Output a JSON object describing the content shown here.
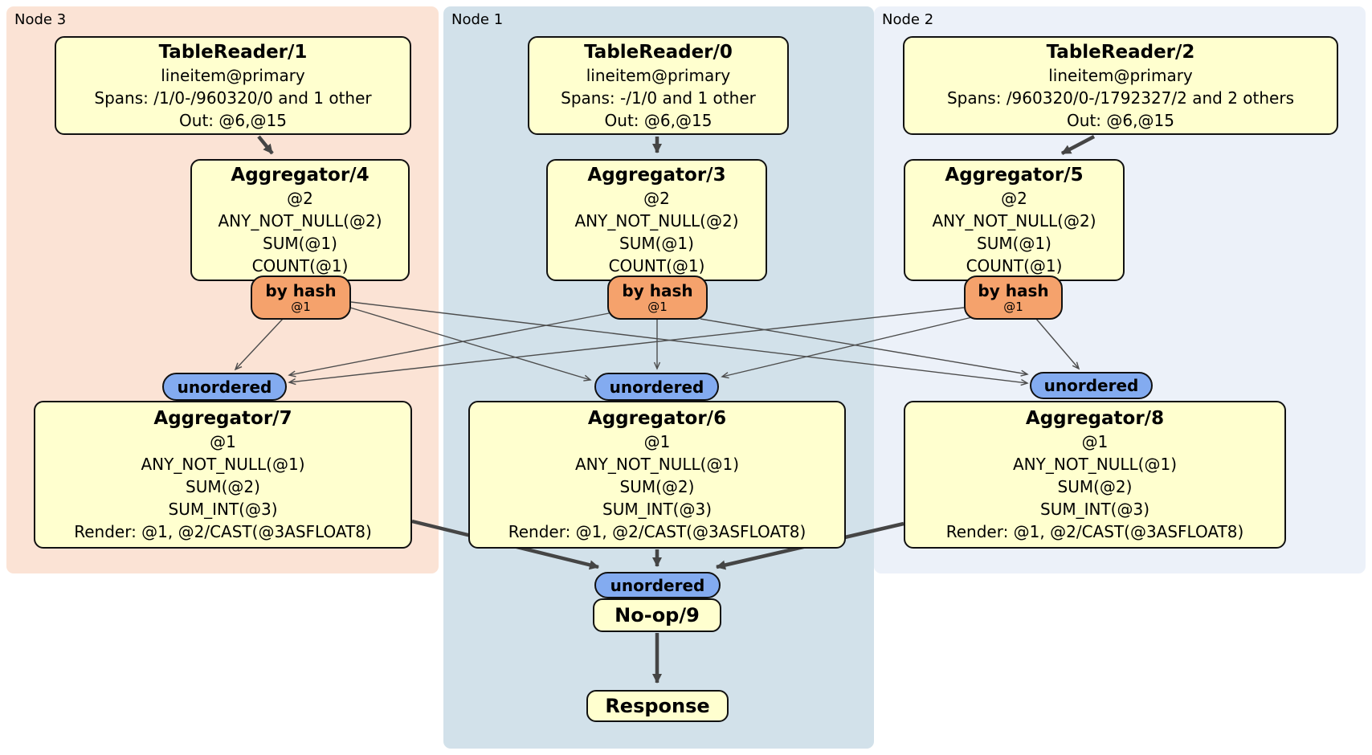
{
  "regions": {
    "node3": {
      "label": "Node 3"
    },
    "node1": {
      "label": "Node 1"
    },
    "node2": {
      "label": "Node 2"
    }
  },
  "processors": {
    "tr1": {
      "title": "TableReader/1",
      "lines": [
        "lineitem@primary",
        "Spans: /1/0-/960320/0 and 1 other",
        "Out: @6,@15"
      ]
    },
    "tr0": {
      "title": "TableReader/0",
      "lines": [
        "lineitem@primary",
        "Spans: -/1/0 and 1 other",
        "Out: @6,@15"
      ]
    },
    "tr2": {
      "title": "TableReader/2",
      "lines": [
        "lineitem@primary",
        "Spans: /960320/0-/1792327/2 and 2 others",
        "Out: @6,@15"
      ]
    },
    "agg4": {
      "title": "Aggregator/4",
      "lines": [
        "@2",
        "ANY_NOT_NULL(@2)",
        "SUM(@1)",
        "COUNT(@1)"
      ]
    },
    "agg3": {
      "title": "Aggregator/3",
      "lines": [
        "@2",
        "ANY_NOT_NULL(@2)",
        "SUM(@1)",
        "COUNT(@1)"
      ]
    },
    "agg5": {
      "title": "Aggregator/5",
      "lines": [
        "@2",
        "ANY_NOT_NULL(@2)",
        "SUM(@1)",
        "COUNT(@1)"
      ]
    },
    "agg7": {
      "title": "Aggregator/7",
      "lines": [
        "@1",
        "ANY_NOT_NULL(@1)",
        "SUM(@2)",
        "SUM_INT(@3)",
        "Render: @1, @2/CAST(@3ASFLOAT8)"
      ]
    },
    "agg6": {
      "title": "Aggregator/6",
      "lines": [
        "@1",
        "ANY_NOT_NULL(@1)",
        "SUM(@2)",
        "SUM_INT(@3)",
        "Render: @1, @2/CAST(@3ASFLOAT8)"
      ]
    },
    "agg8": {
      "title": "Aggregator/8",
      "lines": [
        "@1",
        "ANY_NOT_NULL(@1)",
        "SUM(@2)",
        "SUM_INT(@3)",
        "Render: @1, @2/CAST(@3ASFLOAT8)"
      ]
    },
    "noop": {
      "title": "No-op/9"
    },
    "response": {
      "title": "Response"
    }
  },
  "routers": {
    "r3": {
      "label": "by hash",
      "sub": "@1"
    },
    "r1": {
      "label": "by hash",
      "sub": "@1"
    },
    "r2": {
      "label": "by hash",
      "sub": "@1"
    }
  },
  "syncs": {
    "s3": {
      "label": "unordered"
    },
    "s1": {
      "label": "unordered"
    },
    "s2": {
      "label": "unordered"
    },
    "sb": {
      "label": "unordered"
    }
  },
  "colors": {
    "region_node3": "#fbe3d5",
    "region_node1": "#d2e1ea",
    "region_node2": "#ecf1f9",
    "processor_box": "#ffffcf",
    "router_pill": "#f5a26c",
    "sync_pill": "#83abf0",
    "edge": "#4d4d4d"
  }
}
